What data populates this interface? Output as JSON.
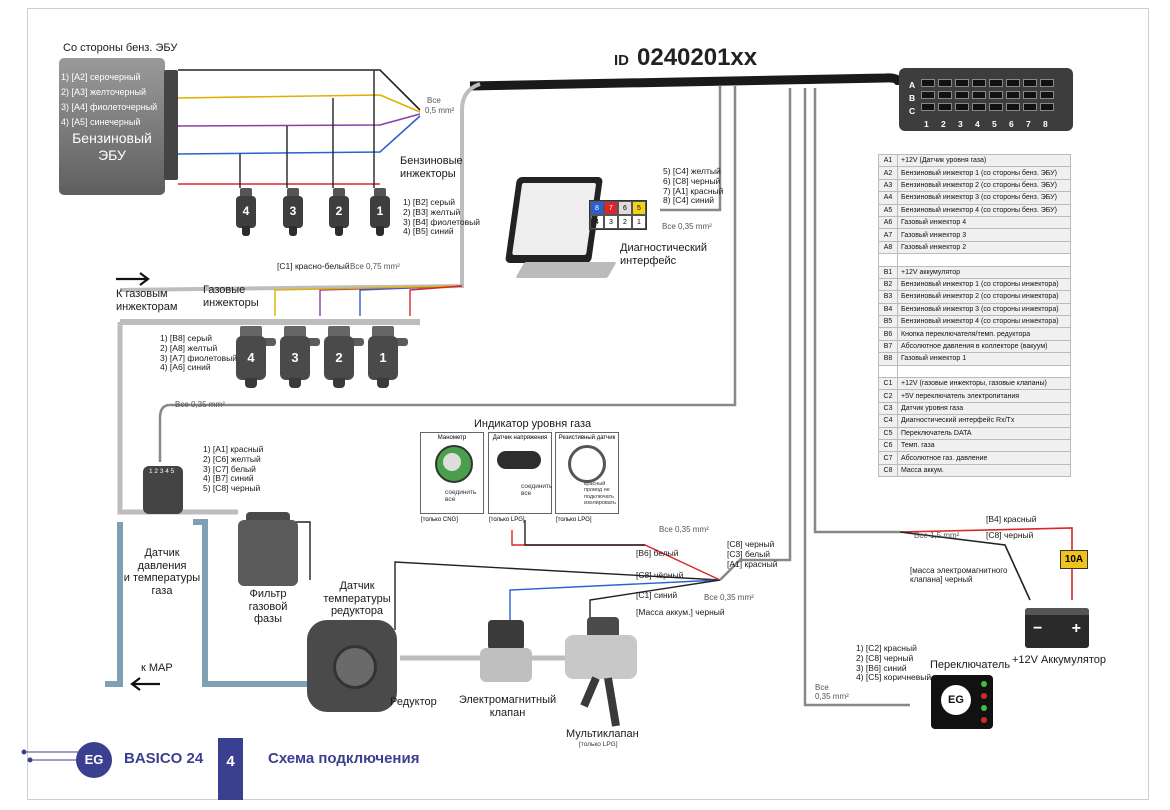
{
  "id_label": "ID",
  "id_value": "0240201xx",
  "ecu": {
    "side_label": "Со стороны бенз. ЭБУ",
    "wires": [
      "1) [A2] серочерный",
      "2) [A3] желточерный",
      "3) [A4] фиолеточерный",
      "4) [A5] синечерный"
    ],
    "name_line1": "Бензиновый",
    "name_line2": "ЭБУ",
    "wire_size": "Все",
    "wire_size2": "0,5 mm²"
  },
  "petrol_injectors": {
    "title_line1": "Бензиновые",
    "title_line2": "инжекторы",
    "numbers": [
      "4",
      "3",
      "2",
      "1"
    ],
    "wires": [
      "1) [B2] серый",
      "2) [B3] желтый",
      "3) [B4] фиолетовый",
      "4) [B5] синий"
    ]
  },
  "gas_injectors": {
    "direction_label_line1": "К газовым",
    "direction_label_line2": "инжекторам",
    "title_line1": "Газовые",
    "title_line2": "инжекторы",
    "common_wire": "[C1] красно-белый",
    "common_wire_size": "Все 0,75 mm²",
    "numbers": [
      "4",
      "3",
      "2",
      "1"
    ],
    "wires": [
      "1) [B8] серый",
      "2) [A8] желтый",
      "3) [A7] фиолетовый",
      "4) [A6] синий"
    ]
  },
  "diagnostic": {
    "wires": [
      "5) [C4] желтый",
      "6) [C8] черный",
      "7) [A1] красный",
      "8) [C4] синий"
    ],
    "wire_size": "Все 0,35 mm²",
    "pins_top": [
      "8",
      "7",
      "6",
      "5"
    ],
    "pins_bottom": [
      "4",
      "3",
      "2",
      "1"
    ],
    "title_line1": "Диагностический",
    "title_line2": "интерфейс"
  },
  "obd": {
    "rows": [
      "A",
      "B",
      "C"
    ],
    "columns": [
      "1",
      "2",
      "3",
      "4",
      "5",
      "6",
      "7",
      "8"
    ]
  },
  "pin_table": [
    {
      "pin": "A1",
      "desc": "+12V (Датчик уровня газа)"
    },
    {
      "pin": "A2",
      "desc": "Бензиновый инжектор 1 (со стороны бенз. ЭБУ)"
    },
    {
      "pin": "A3",
      "desc": "Бензиновый инжектор 2 (со стороны бенз. ЭБУ)"
    },
    {
      "pin": "A4",
      "desc": "Бензиновый инжектор 3 (со стороны бенз. ЭБУ)"
    },
    {
      "pin": "A5",
      "desc": "Бензиновый инжектор 4 (со стороны бенз. ЭБУ)"
    },
    {
      "pin": "A6",
      "desc": "Газовый инжектор 4"
    },
    {
      "pin": "A7",
      "desc": "Газовый инжектор 3"
    },
    {
      "pin": "A8",
      "desc": "Газовый инжектор 2"
    },
    {
      "pin": "",
      "desc": ""
    },
    {
      "pin": "B1",
      "desc": "+12V аккумулятор"
    },
    {
      "pin": "B2",
      "desc": "Бензиновый инжектор 1 (со стороны инжектора)"
    },
    {
      "pin": "B3",
      "desc": "Бензиновый инжектор 2 (со стороны инжектора)"
    },
    {
      "pin": "B4",
      "desc": "Бензиновый инжектор 3 (со стороны инжектора)"
    },
    {
      "pin": "B5",
      "desc": "Бензиновый инжектор 4 (со стороны инжектора)"
    },
    {
      "pin": "B6",
      "desc": "Кнопка переключателя/темп. редуктора"
    },
    {
      "pin": "B7",
      "desc": "Абсолютное давления в коллекторе (вакуум)"
    },
    {
      "pin": "B8",
      "desc": "Газовый инжектор 1"
    },
    {
      "pin": "",
      "desc": ""
    },
    {
      "pin": "C1",
      "desc": "+12V (газовые инжекторы, газовые клапаны)"
    },
    {
      "pin": "C2",
      "desc": "+5V переключатель электропитания"
    },
    {
      "pin": "C3",
      "desc": "Датчик уровня газа"
    },
    {
      "pin": "C4",
      "desc": "Диагностический интерфейс Rx/Tx"
    },
    {
      "pin": "C5",
      "desc": "Переключатель DATA"
    },
    {
      "pin": "C6",
      "desc": "Темп. газа"
    },
    {
      "pin": "C7",
      "desc": "Абсолютное газ. давление"
    },
    {
      "pin": "C8",
      "desc": "Масса аккум."
    }
  ],
  "map_sensor": {
    "wire_size": "Все 0,35 mm²",
    "pins": "1 2 3 4 5",
    "wires": [
      "1) [A1] красный",
      "2) [C6] желтый",
      "3) [C7] белый",
      "4) [B7] синий",
      "5) [C8] черный"
    ],
    "title_line1": "Датчик",
    "title_line2": "давления",
    "title_line3": "и температуры",
    "title_line4": "газа"
  },
  "level_indicator": {
    "title": "Индикатор уровня газа",
    "panels": [
      {
        "title": "Манометр",
        "note": "соединить все",
        "footer": "[только CNG]"
      },
      {
        "title": "Датчик напряжения",
        "note": "соединить все",
        "footer": "[только LPG]"
      },
      {
        "title": "Резистивный датчик",
        "note": "красный провод не подключать изолировать",
        "footer": "[только LPG]"
      }
    ],
    "wire_size": "Все 0,35 mm²"
  },
  "reducer_wires": {
    "b6": "[B6] белый",
    "c8a": "[C8] чёрный",
    "c1": "[C1] синий",
    "mass": "[Масса аккум.] черный",
    "right_list": [
      "[C8] черный",
      "[C3] белый",
      "[A1] красный"
    ],
    "wire_size": "Все 0,35 mm²"
  },
  "filter": {
    "line1": "Фильтр",
    "line2": "газовой",
    "line3": "фазы"
  },
  "temp_sensor": {
    "line1": "Датчик",
    "line2": "температуры",
    "line3": "редуктора"
  },
  "reducer": {
    "label": "Редуктор"
  },
  "solenoid": {
    "line1": "Электромагнитный",
    "line2": "клапан"
  },
  "multivalve": {
    "label": "Мультиклапан",
    "note": "[только LPG]"
  },
  "map_arrow": "к MAP",
  "battery": {
    "b4": "[B4] красный",
    "size": "Все 1,5 mm²",
    "c8": "[C8] черный",
    "ground_line1": "[масса электромагнитного",
    "ground_line2": "клапана] черный",
    "fuse": "10A",
    "minus": "−",
    "plus": "+",
    "label": "+12V Аккумулятор"
  },
  "switch": {
    "wires": [
      "1) [C2] красный",
      "2) [C8] черный",
      "3) [B6] синий",
      "4) [C5] коричневый"
    ],
    "title": "Переключатель",
    "size_line1": "Все",
    "size_line2": "0,35 mm²",
    "logo": "EG"
  },
  "footer": {
    "logo": "EG",
    "brand": "BASICO 24",
    "page": "4",
    "title": "Схема подключения"
  },
  "colors": {
    "brand": "#3b3f8f",
    "red": "#d8262b",
    "yellow": "#f3d21b",
    "violet": "#8a3ea8",
    "blue": "#2c5fd0",
    "pipe": "#bdbdbd",
    "hose": "#7f9fb5"
  }
}
